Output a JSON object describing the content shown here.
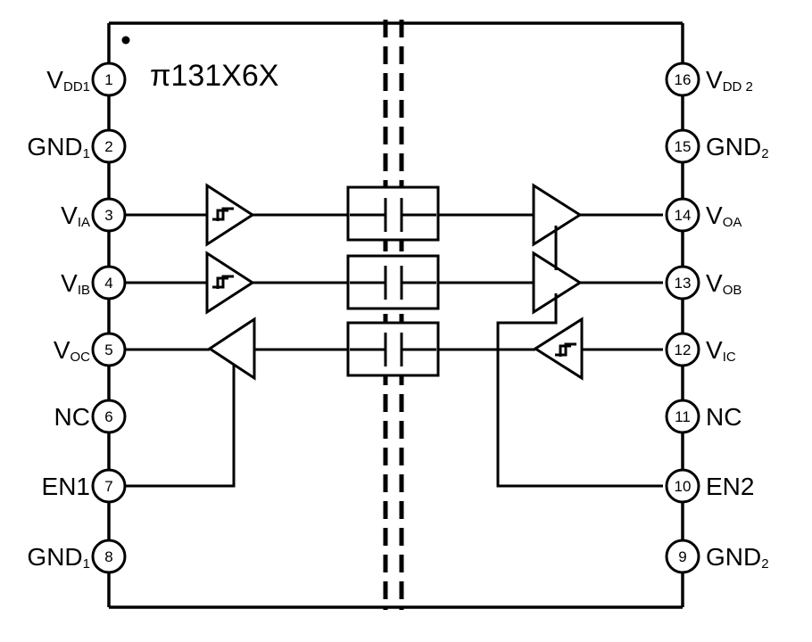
{
  "title": "π131X6X",
  "left_pins": [
    {
      "num": "1",
      "label": "V",
      "sub": "DD1"
    },
    {
      "num": "2",
      "label": "GND",
      "sub": "1"
    },
    {
      "num": "3",
      "label": "V",
      "sub": "IA"
    },
    {
      "num": "4",
      "label": "V",
      "sub": "IB"
    },
    {
      "num": "5",
      "label": "V",
      "sub": "OC"
    },
    {
      "num": "6",
      "label": "NC",
      "sub": ""
    },
    {
      "num": "7",
      "label": "EN1",
      "sub": ""
    },
    {
      "num": "8",
      "label": "GND",
      "sub": "1"
    }
  ],
  "right_pins": [
    {
      "num": "16",
      "label": "V",
      "sub": "DD 2"
    },
    {
      "num": "15",
      "label": "GND",
      "sub": "2"
    },
    {
      "num": "14",
      "label": "V",
      "sub": "OA"
    },
    {
      "num": "13",
      "label": "V",
      "sub": "OB"
    },
    {
      "num": "12",
      "label": "V",
      "sub": "IC"
    },
    {
      "num": "11",
      "label": "NC",
      "sub": ""
    },
    {
      "num": "10",
      "label": "EN2",
      "sub": ""
    },
    {
      "num": "9",
      "label": "GND",
      "sub": "2"
    }
  ]
}
